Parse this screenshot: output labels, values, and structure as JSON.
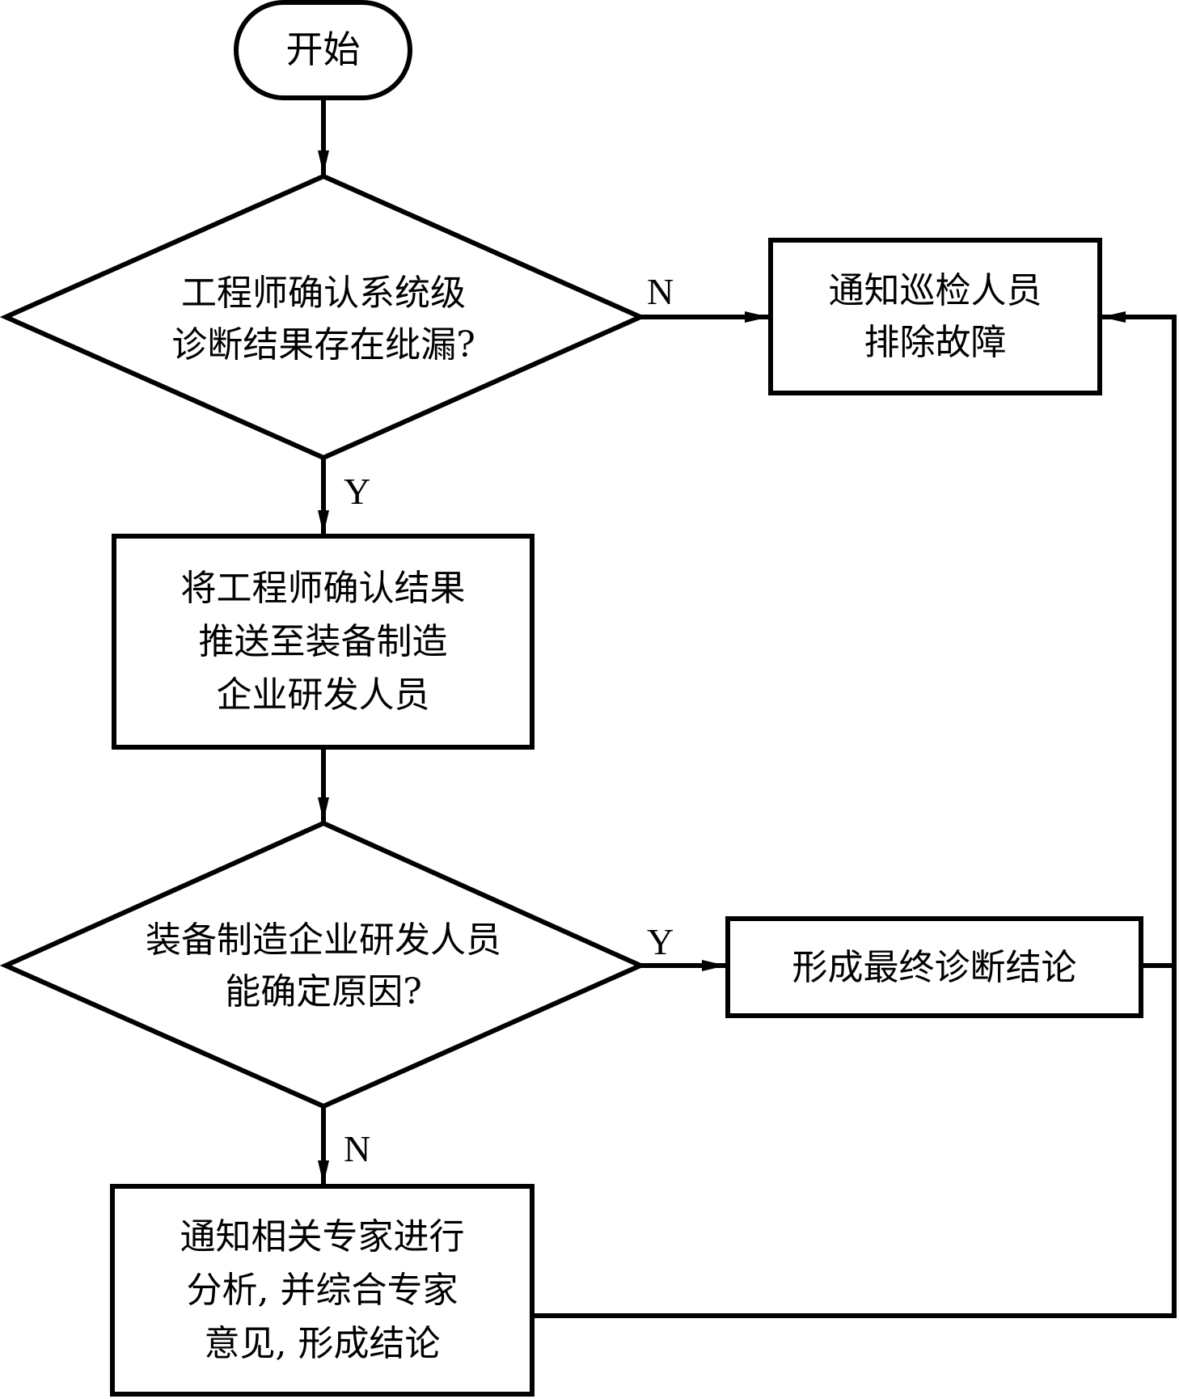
{
  "diagram": {
    "type": "flowchart",
    "colors": {
      "stroke": "#000000",
      "background": "#ffffff",
      "text": "#000000"
    },
    "nodes": [
      {
        "id": "start",
        "shape": "terminal",
        "lines": [
          "开始"
        ]
      },
      {
        "id": "decision_gap",
        "shape": "diamond",
        "lines": [
          "工程师确认系统级",
          "诊断结果存在纰漏?"
        ]
      },
      {
        "id": "notify_patrol",
        "shape": "process",
        "lines": [
          "通知巡检人员",
          "排除故障"
        ]
      },
      {
        "id": "push_to_vendor",
        "shape": "process",
        "lines": [
          "将工程师确认结果",
          "推送至装备制造",
          "企业研发人员"
        ]
      },
      {
        "id": "decision_cause",
        "shape": "diamond",
        "lines": [
          "装备制造企业研发人员",
          "能确定原因?"
        ]
      },
      {
        "id": "final_conclusion",
        "shape": "process",
        "lines": [
          "形成最终诊断结论"
        ]
      },
      {
        "id": "notify_experts",
        "shape": "process",
        "lines": [
          "通知相关专家进行",
          "分析, 并综合专家",
          "意见, 形成结论"
        ]
      }
    ],
    "edges": [
      {
        "from": "start",
        "to": "decision_gap",
        "label": ""
      },
      {
        "from": "decision_gap",
        "to": "notify_patrol",
        "label": "N"
      },
      {
        "from": "decision_gap",
        "to": "push_to_vendor",
        "label": "Y"
      },
      {
        "from": "push_to_vendor",
        "to": "decision_cause",
        "label": ""
      },
      {
        "from": "decision_cause",
        "to": "final_conclusion",
        "label": "Y"
      },
      {
        "from": "decision_cause",
        "to": "notify_experts",
        "label": "N"
      },
      {
        "from": "final_conclusion",
        "to": "notify_patrol",
        "label": ""
      },
      {
        "from": "notify_experts",
        "to": "notify_patrol",
        "label": ""
      }
    ]
  }
}
